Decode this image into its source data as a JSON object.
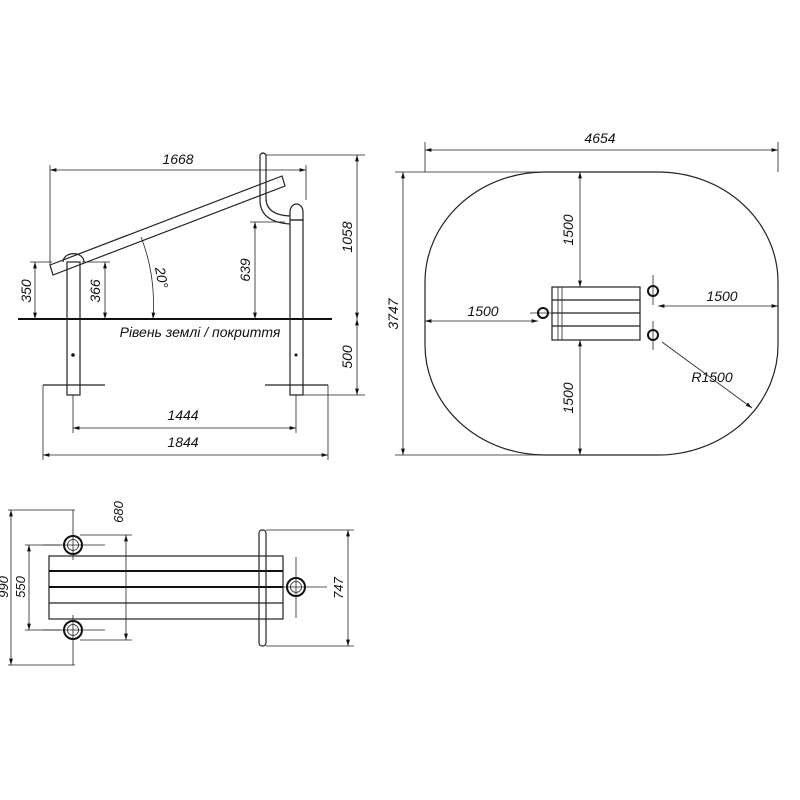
{
  "side_view": {
    "dim_bar_length": "1668",
    "dim_total_height": "1058",
    "dim_handle_height": "639",
    "dim_low_end": "350",
    "dim_post_height": "366",
    "angle": "20°",
    "ground_label": "Рівень землі / покриття",
    "dim_depth": "500",
    "dim_post_spacing": "1444",
    "dim_overall_length": "1844"
  },
  "plan_view": {
    "dim_width": "4654",
    "dim_height": "3747",
    "dim_top": "1500",
    "dim_bottom": "1500",
    "dim_left": "1500",
    "dim_right": "1500",
    "radius": "R1500"
  },
  "top_view": {
    "dim_outer": "990",
    "dim_inner": "550",
    "dim_mid": "680",
    "dim_plate": "747"
  }
}
